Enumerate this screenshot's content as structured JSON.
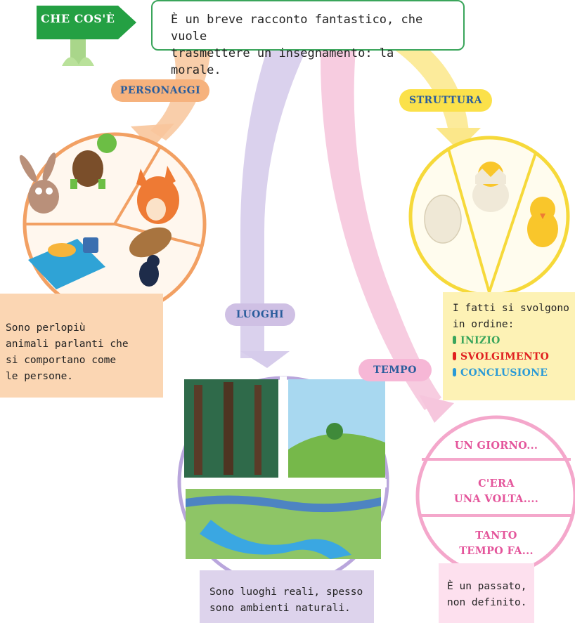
{
  "header": {
    "tag": "CHE COS'È",
    "definition_line1": "È un breve racconto fantastico, che vuole",
    "definition_line2": "trasmettere un insegnamento: la morale."
  },
  "personaggi": {
    "label": "PERSONAGGI",
    "desc_line1": "Sono perlopiù",
    "desc_line2": "animali parlanti che",
    "desc_line3": "si comportano come",
    "desc_line4": "le persone."
  },
  "struttura": {
    "label": "STRUTTURA",
    "desc_line1": "I fatti si svolgono",
    "desc_line2": "in ordine:",
    "items": [
      {
        "text": "INIZIO",
        "color": "#3aa55b"
      },
      {
        "text": "SVOLGIMENTO",
        "color": "#e02020"
      },
      {
        "text": "CONCLUSIONE",
        "color": "#2a9ad6"
      }
    ]
  },
  "luoghi": {
    "label": "LUOGHI",
    "desc_line1": "Sono luoghi reali, spesso",
    "desc_line2": "sono ambienti naturali."
  },
  "tempo": {
    "label": "TEMPO",
    "item1": "UN GIORNO...",
    "item2_line1": "C'ERA",
    "item2_line2": "UNA VOLTA....",
    "item3_line1": "TANTO",
    "item3_line2": "TEMPO FA...",
    "desc_line1": "È un passato,",
    "desc_line2": "non definito."
  },
  "colors": {
    "green": "#3aa55b",
    "orange": "#f2a063",
    "yellow": "#f6d93a",
    "purple": "#b9a6dc",
    "pink": "#f4a7cb",
    "blue_text": "#2a5d9c"
  }
}
